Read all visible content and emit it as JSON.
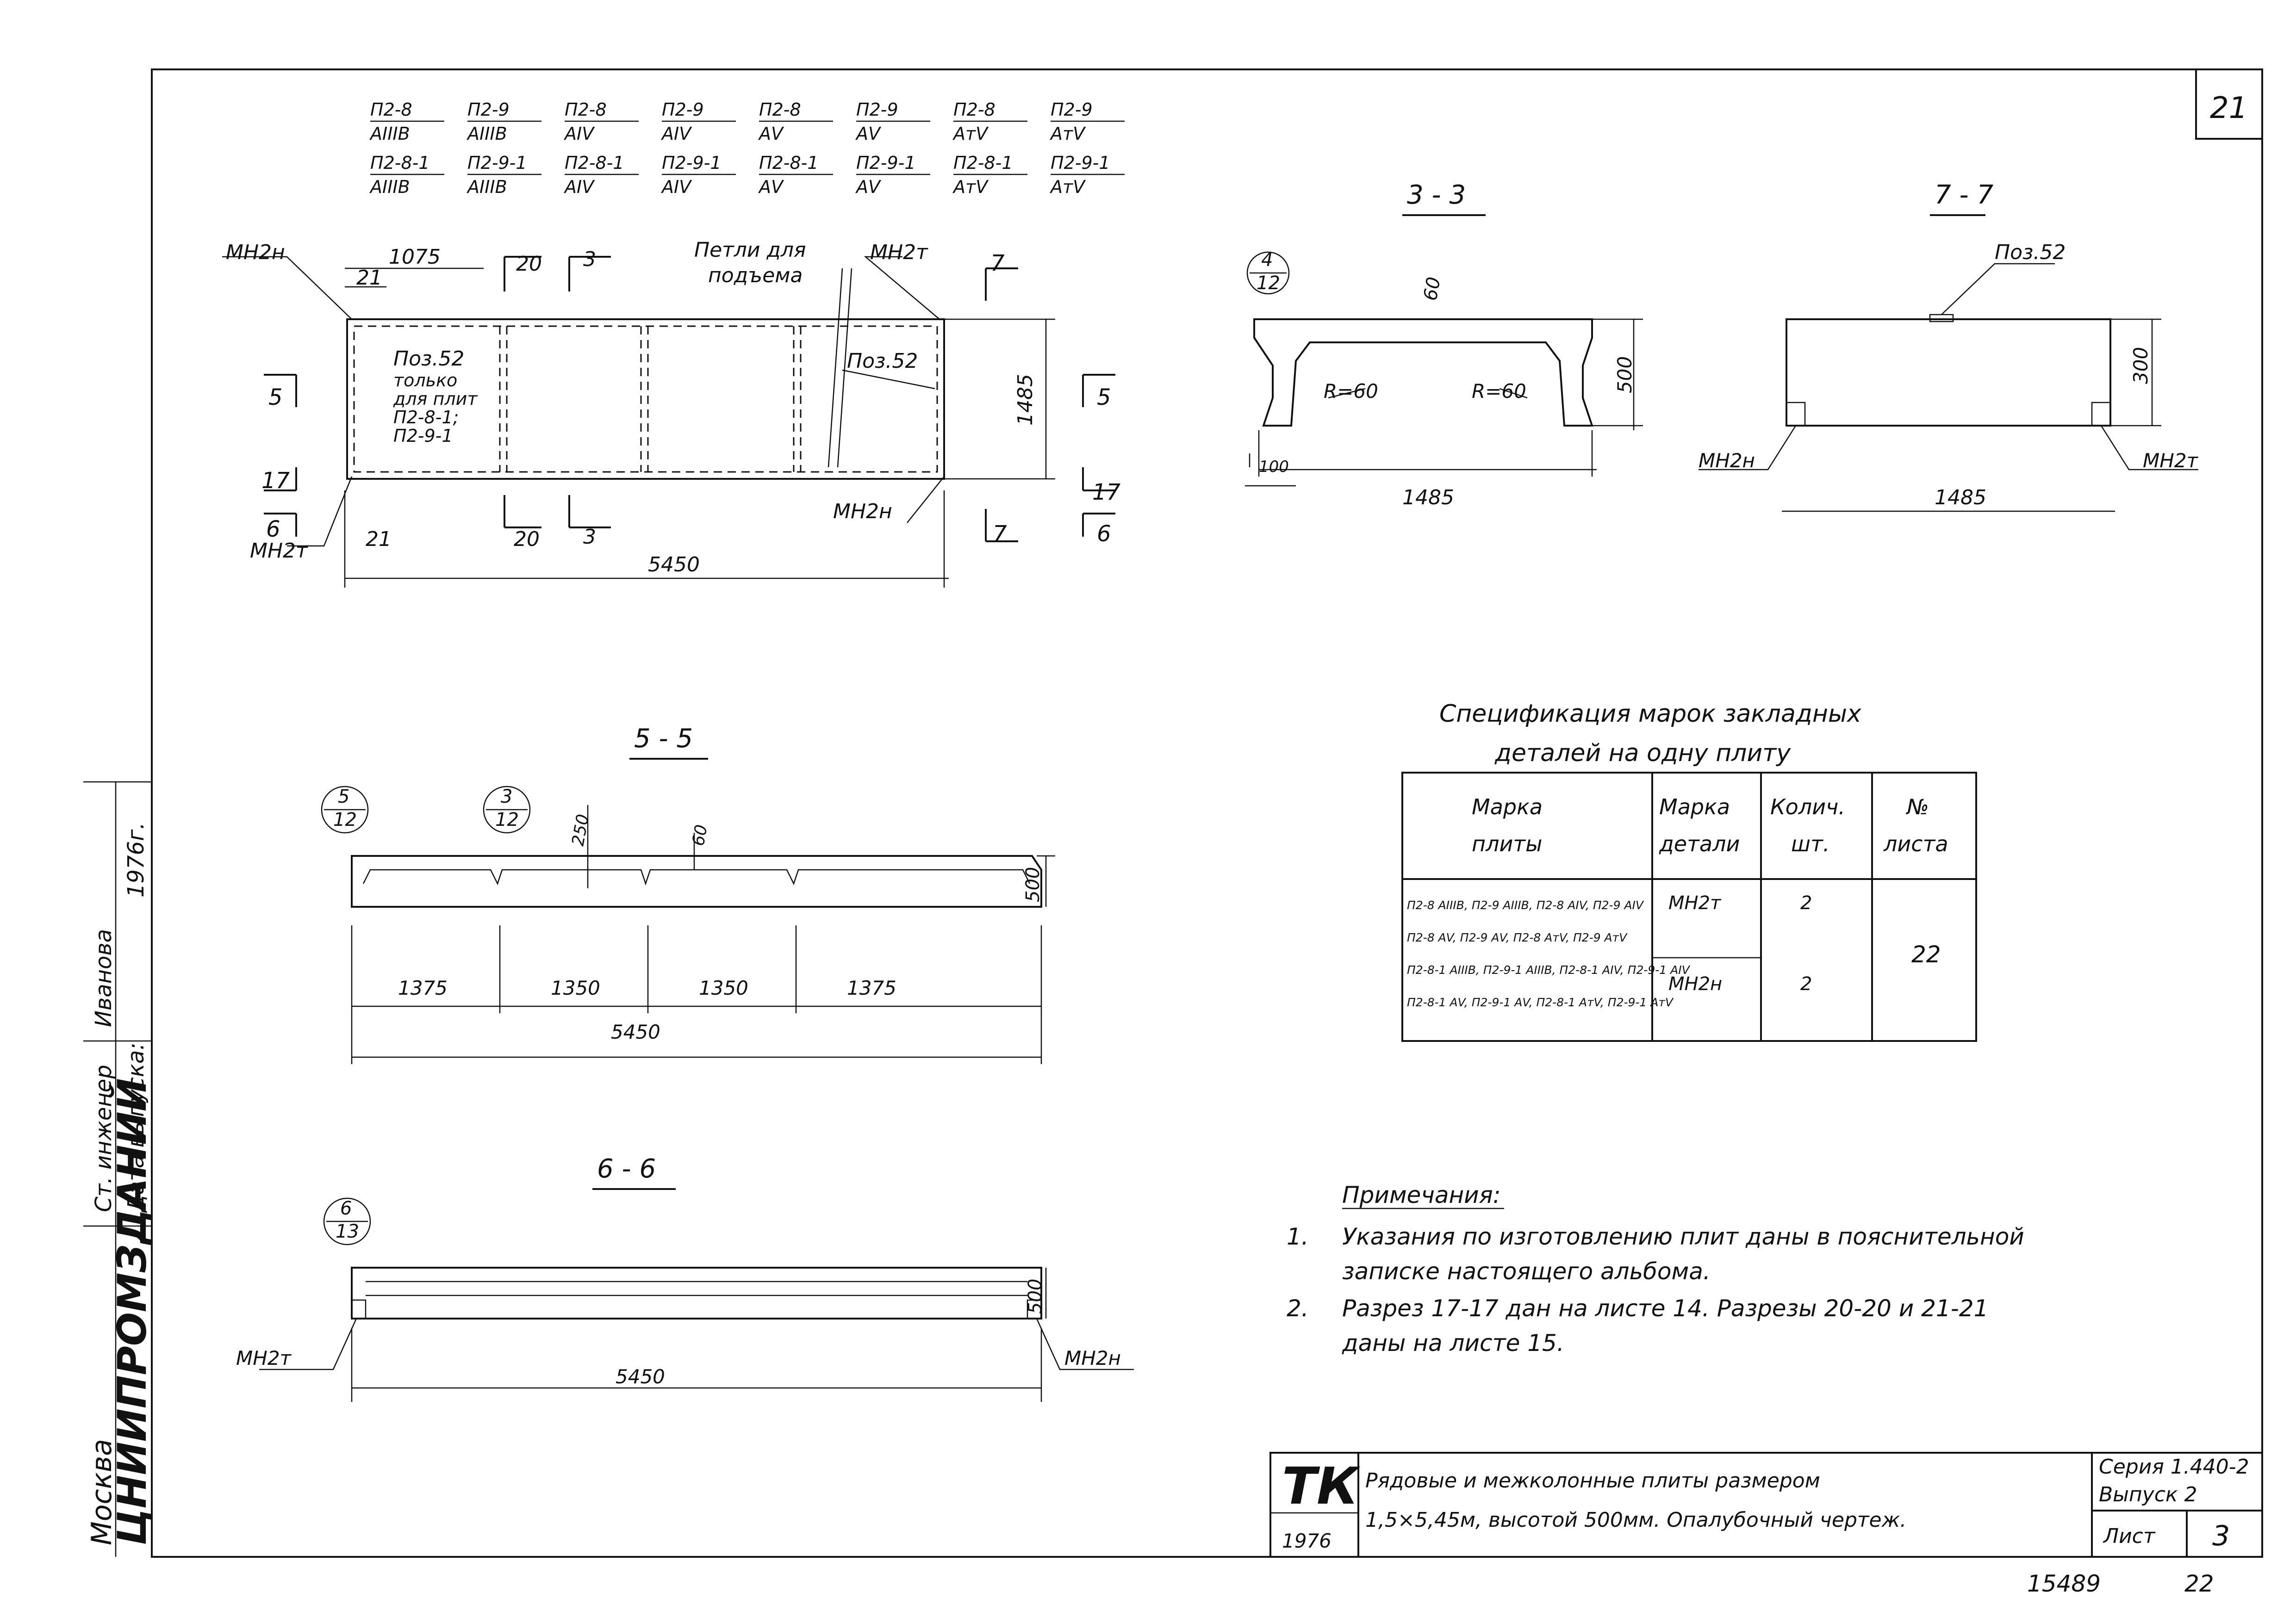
{
  "sheet_corner_number": "21",
  "header_marks": {
    "row1": [
      "П2-8 / АIIIВ",
      "П2-9 / АIIIВ",
      "П2-8 / АIV",
      "П2-9 / АIV",
      "П2-8 / АV",
      "П2-9 / АV",
      "П2-8 / АтV",
      "П2-9 / АтV"
    ],
    "row2": [
      "П2-8-1 / АIIIВ",
      "П2-9-1 / АIIIВ",
      "П2-8-1 / АIV",
      "П2-9-1 / АIV",
      "П2-8-1 / АV",
      "П2-9-1 / АV",
      "П2-8-1 / АтV",
      "П2-9-1 / АтV"
    ]
  },
  "plan": {
    "labels": {
      "mn2n_top": "МН2н",
      "mn2t_top": "МН2т",
      "mn2t_bottom": "МН2т",
      "mn2n_bottom": "МН2н",
      "loops_1": "Петли для",
      "loops_2": "подъема",
      "pos52_left_1": "Поз.52",
      "pos52_left_2": "только",
      "pos52_left_3": "для плит",
      "pos52_left_4": "П2-8-1;",
      "pos52_left_5": "П2-9-1",
      "pos52_right": "Поз.52"
    },
    "dims": {
      "top_1075": "1075",
      "top_21": "21",
      "top_20": "20",
      "top_3": "3",
      "bottom_21": "21",
      "bottom_20": "20",
      "bottom_3": "3",
      "total": "5450",
      "height": "1485"
    },
    "section_marks": {
      "s5_left": "5",
      "s5_right": "5",
      "s17_left": "17",
      "s17_right": "17",
      "s6_left": "6",
      "s6_right": "6",
      "s7_top": "7",
      "s7_bottom": "7"
    }
  },
  "section_33": {
    "title": "3 - 3",
    "ref_num": "4",
    "ref_den": "12",
    "dim_60": "60",
    "r1": "R=60",
    "r2": "R=60",
    "dim_100": "100",
    "dim_500": "500",
    "dim_1485": "1485"
  },
  "section_77": {
    "title": "7 - 7",
    "pos52": "Поз.52",
    "dim_300": "300",
    "dim_1485": "1485",
    "mn2n": "МН2н",
    "mn2t": "МН2т"
  },
  "section_55": {
    "title": "5 - 5",
    "ref1_num": "5",
    "ref1_den": "12",
    "ref2_num": "3",
    "ref2_den": "12",
    "dim_250": "250",
    "dim_60": "60",
    "dim_500": "500",
    "spans": [
      "1375",
      "1350",
      "1350",
      "1375"
    ],
    "total": "5450"
  },
  "section_66": {
    "title": "6 - 6",
    "ref_num": "6",
    "ref_den": "13",
    "mn2t": "МН2т",
    "mn2n": "МН2н",
    "dim_500": "500",
    "total": "5450"
  },
  "spec": {
    "title_1": "Спецификация  марок  закладных",
    "title_2": "деталей  на  одну  плиту",
    "headers": [
      [
        "Марка",
        "плиты"
      ],
      [
        "Марка",
        "детали"
      ],
      [
        "Колич.",
        "шт."
      ],
      [
        "№",
        "листа"
      ]
    ],
    "mark_lines": [
      "П2-8 АIIIВ, П2-9 АIIIВ, П2-8 АIV, П2-9 АIV",
      "П2-8 АV, П2-9 АV, П2-8 АтV, П2-9 АтV",
      "П2-8-1 АIIIВ, П2-9-1 АIIIВ, П2-8-1 АIV, П2-9-1 АIV",
      "П2-8-1 АV, П2-9-1 АV, П2-8-1 АтV, П2-9-1 АтV"
    ],
    "rows": [
      {
        "detail": "МН2т",
        "qty": "2"
      },
      {
        "detail": "МН2н",
        "qty": "2"
      }
    ],
    "sheet": "22"
  },
  "notes": {
    "title": "Примечания:",
    "items": [
      {
        "num": "1.",
        "line1": "Указания по изготовлению плит даны в пояснительной",
        "line2": "записке настоящего альбома."
      },
      {
        "num": "2.",
        "line1": "Разрез 17-17 дан на листе 14. Разрезы 20-20 и 21-21",
        "line2": "даны на листе 15."
      }
    ]
  },
  "title_block": {
    "logo": "ТК",
    "year": "1976",
    "desc_1": "Рядовые и межколонные плиты размером",
    "desc_2": "1,5×5,45м, высотой 500мм. Опалубочный чертеж.",
    "series": "Серия 1.440-2",
    "issue": "Выпуск 2",
    "sheet_label": "Лист",
    "sheet_num": "3"
  },
  "side_stamp": {
    "org": "ЦНИИПРОМЗДАНИЙ",
    "city": "Москва",
    "eng": "Ст. инженер",
    "name": "Иванова",
    "date_label": "Дата выпуска:",
    "year": "1976г."
  },
  "bottom_numbers": {
    "archive": "15489",
    "page": "22"
  }
}
